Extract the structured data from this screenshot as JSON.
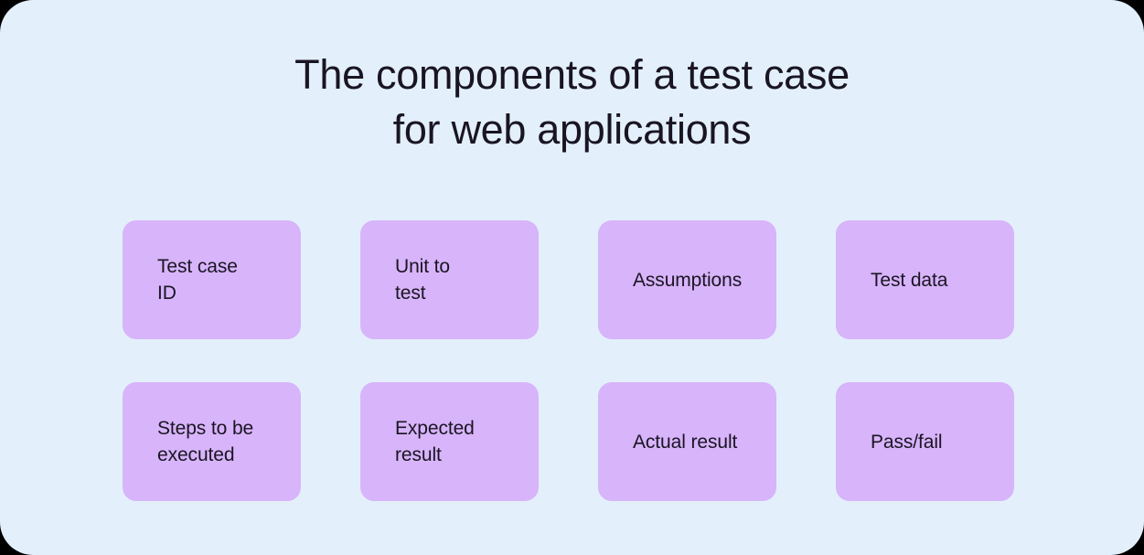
{
  "theme": {
    "canvas_background": "#e3f0fc",
    "card_background": "#d8b4fa",
    "text_color": "#1a1523",
    "outer_background": "#000000"
  },
  "header": {
    "title_line_1": "The components of a test case",
    "title_line_2": "for web applications"
  },
  "diagram": {
    "columns": 4,
    "rows": 2,
    "cards": [
      {
        "label": "Test case\nID"
      },
      {
        "label": "Unit to\ntest"
      },
      {
        "label": "Assumptions"
      },
      {
        "label": "Test data"
      },
      {
        "label": "Steps to be\nexecuted"
      },
      {
        "label": "Expected\nresult"
      },
      {
        "label": "Actual result"
      },
      {
        "label": "Pass/fail"
      }
    ]
  }
}
